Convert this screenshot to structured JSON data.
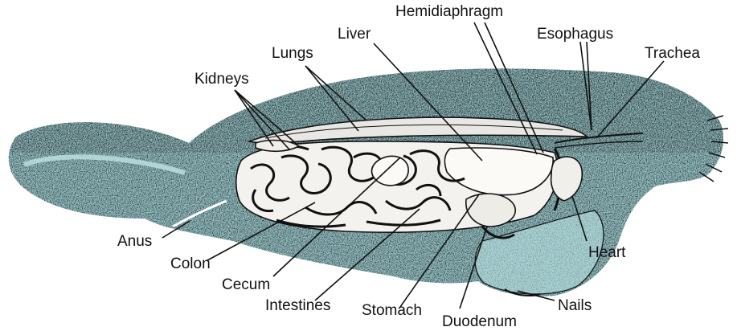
{
  "colors": {
    "body_fill": "#9cc9cc",
    "body_stipple": "#111111",
    "organ_fill": "#f4f2ee",
    "line": "#111111",
    "background": "#ffffff"
  },
  "labels": {
    "hemidiaphragm": "Hemidiaphragm",
    "liver": "Liver",
    "esophagus": "Esophagus",
    "lungs": "Lungs",
    "trachea": "Trachea",
    "kidneys": "Kidneys",
    "anus": "Anus",
    "colon": "Colon",
    "cecum": "Cecum",
    "intestines": "Intestines",
    "stomach": "Stomach",
    "duodenum": "Duodenum",
    "heart": "Heart",
    "nails": "Nails"
  }
}
